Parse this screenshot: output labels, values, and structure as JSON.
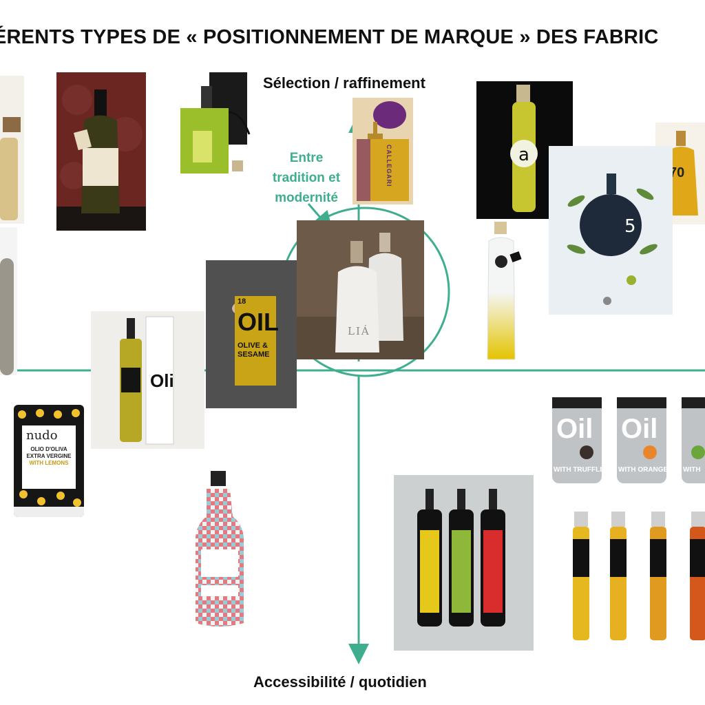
{
  "title": "ÉRENTS TYPES DE « POSITIONNEMENT DE MARQUE » DES FABRIC",
  "axis_top": "Sélection / raffinement",
  "axis_bottom": "Accessibilité / quotidien",
  "center_label": [
    "Entre",
    "tradition et",
    "modernité"
  ],
  "colors": {
    "accent": "#3fae8f",
    "text": "#111111"
  },
  "product_labels": {
    "nudo": "nudo",
    "nudo_l1": "OLIO D'OLIVA",
    "nudo_l2": "EXTRA VERGINE",
    "nudo_l3": "WITH LEMONS",
    "oli": "Oli",
    "oil18": "18",
    "oil_big": "OIL",
    "oil_sub": "OLIVE & SESAME",
    "lia": "LIÁ",
    "callegari": "CALLEGARI",
    "seventy": "70",
    "tin_oil": "Oil",
    "tin_truffle": "WITH TRUFFLE",
    "tin_orange": "WITH ORANGE",
    "tin_third": "WITH"
  }
}
